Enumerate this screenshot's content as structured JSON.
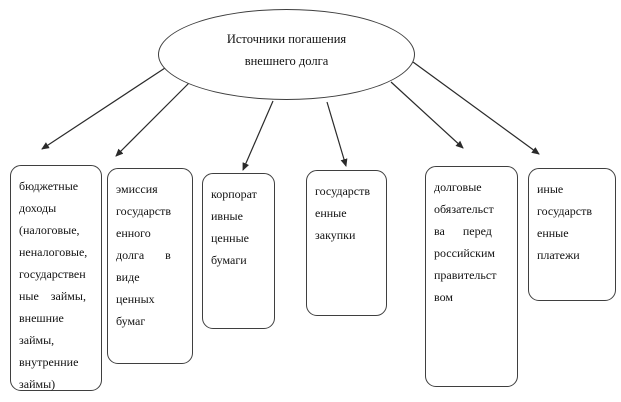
{
  "diagram": {
    "root": {
      "label": "Источники погашения\nвнешнего долга"
    },
    "boxes": [
      {
        "id": "budget-revenues",
        "text": "бюджетные\nдоходы\n(налоговые,\nненалоговые,\nгосударствен\nные    займы,\nвнешние\nзаймы,\nвнутренние\nзаймы)"
      },
      {
        "id": "state-debt-emission",
        "text": "эмиссия\nгосударств\nенного\nдолга       в\nвиде\nценных\nбумаг"
      },
      {
        "id": "corporate-securities",
        "text": "корпорат\nивные\nценные\nбумаги"
      },
      {
        "id": "state-procurement",
        "text": "государств\nенные\nзакупки"
      },
      {
        "id": "debt-obligations",
        "text": "долговые\nобязательст\nва      перед\nроссийским\nправительст\nвом"
      },
      {
        "id": "other-state-payments",
        "text": "иные\nгосударств\nенные\nплатежи"
      }
    ],
    "colors": {
      "stroke": "#3f3f3f",
      "text": "#111111",
      "background": "#ffffff"
    }
  }
}
